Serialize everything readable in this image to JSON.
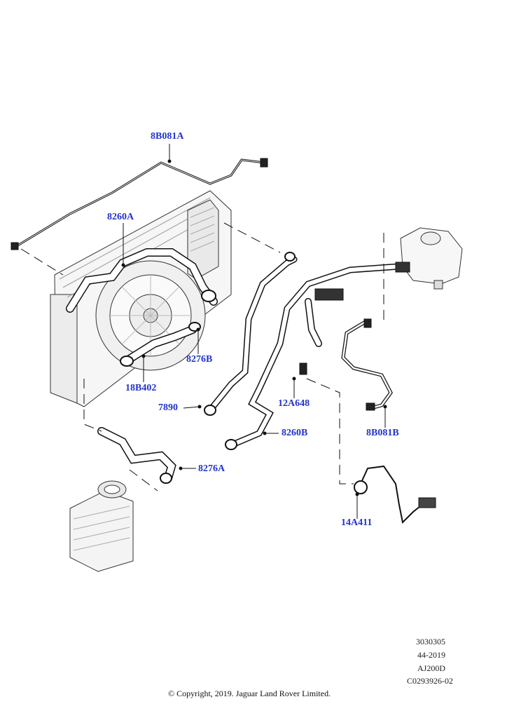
{
  "callouts": {
    "c8B081A": "8B081A",
    "c8260A": "8260A",
    "c8276B": "8276B",
    "c18B402": "18B402",
    "c7890": "7890",
    "c12A648": "12A648",
    "c8260B": "8260B",
    "c8B081B": "8B081B",
    "c8276A": "8276A",
    "c14A411": "14A411"
  },
  "reference": {
    "line1": "3030305",
    "line2": "44-2019",
    "line3": "AJ200D",
    "line4": "C0293926-02"
  },
  "copyright": "© Copyright, 2019. Jaguar Land Rover Limited.",
  "colors": {
    "callout": "#2233cc",
    "line": "#111111",
    "part_fill": "#f4f4f4"
  }
}
